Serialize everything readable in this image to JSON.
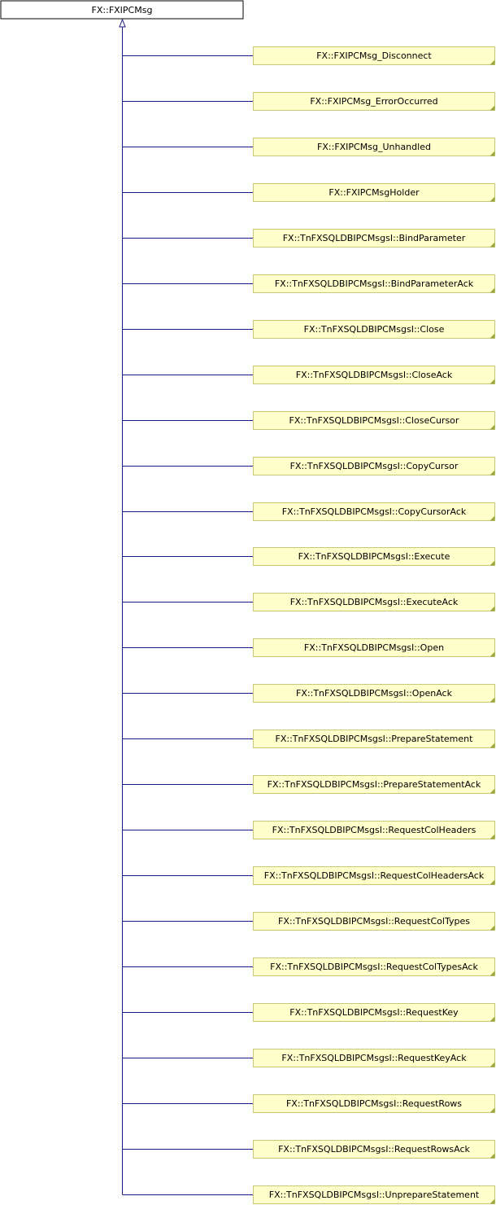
{
  "diagram": {
    "type": "class-inheritance-graph",
    "base_class": "FX::FXIPCMsg",
    "derived_classes": [
      "FX::FXIPCMsg_Disconnect",
      "FX::FXIPCMsg_ErrorOccurred",
      "FX::FXIPCMsg_Unhandled",
      "FX::FXIPCMsgHolder",
      "FX::TnFXSQLDBIPCMsgsI::BindParameter",
      "FX::TnFXSQLDBIPCMsgsI::BindParameterAck",
      "FX::TnFXSQLDBIPCMsgsI::Close",
      "FX::TnFXSQLDBIPCMsgsI::CloseAck",
      "FX::TnFXSQLDBIPCMsgsI::CloseCursor",
      "FX::TnFXSQLDBIPCMsgsI::CopyCursor",
      "FX::TnFXSQLDBIPCMsgsI::CopyCursorAck",
      "FX::TnFXSQLDBIPCMsgsI::Execute",
      "FX::TnFXSQLDBIPCMsgsI::ExecuteAck",
      "FX::TnFXSQLDBIPCMsgsI::Open",
      "FX::TnFXSQLDBIPCMsgsI::OpenAck",
      "FX::TnFXSQLDBIPCMsgsI::PrepareStatement",
      "FX::TnFXSQLDBIPCMsgsI::PrepareStatementAck",
      "FX::TnFXSQLDBIPCMsgsI::RequestColHeaders",
      "FX::TnFXSQLDBIPCMsgsI::RequestColHeadersAck",
      "FX::TnFXSQLDBIPCMsgsI::RequestColTypes",
      "FX::TnFXSQLDBIPCMsgsI::RequestColTypesAck",
      "FX::TnFXSQLDBIPCMsgsI::RequestKey",
      "FX::TnFXSQLDBIPCMsgsI::RequestKeyAck",
      "FX::TnFXSQLDBIPCMsgsI::RequestRows",
      "FX::TnFXSQLDBIPCMsgsI::RequestRowsAck",
      "FX::TnFXSQLDBIPCMsgsI::UnprepareStatement"
    ],
    "colors": {
      "base_fill": "#ffffff",
      "base_border": "#000000",
      "derived_fill": "#ffffcc",
      "derived_border": "#c8c878",
      "derived_fold": "#9aa840",
      "edge": "#1a1a80"
    }
  }
}
